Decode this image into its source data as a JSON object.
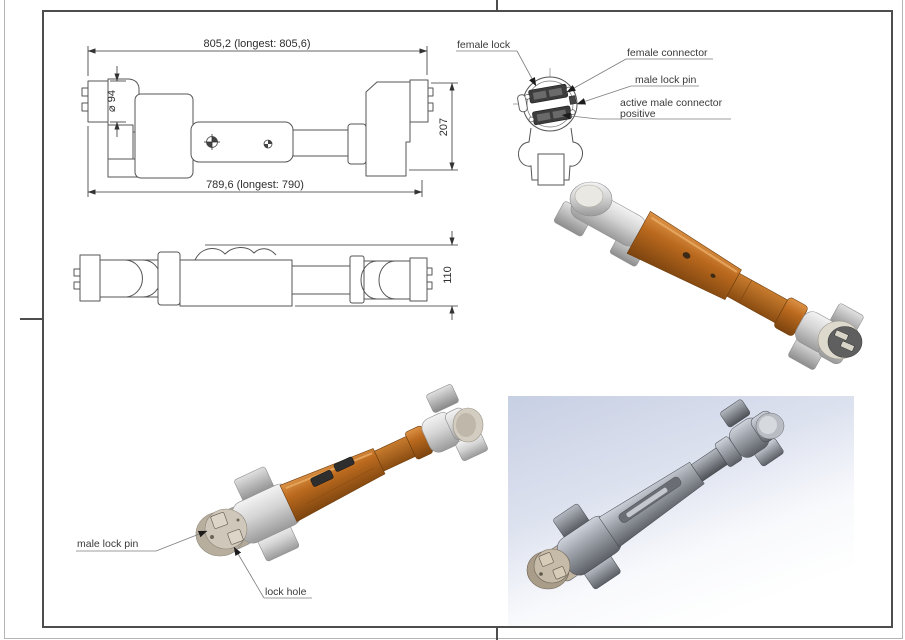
{
  "front_view": {
    "dim_overall_top": "805,2 (longest: 805,6)",
    "dim_overall_bottom": "789,6 (longest: 790)",
    "dim_height": "207",
    "dim_diameter": "⌀ 94"
  },
  "side_view": {
    "dim_height": "110"
  },
  "end_view": {
    "label_female_lock": "female lock",
    "label_female_connector": "female connector",
    "label_male_lock_pin": "male lock pin",
    "label_active_male_connector_line1": "active male connector",
    "label_active_male_connector_line2": "positive"
  },
  "iso_labeled_view": {
    "label_male_lock_pin": "male lock pin",
    "label_lock_hole": "lock hole"
  },
  "colors": {
    "part_orange": "#b5651d",
    "part_gray": "#d6d6d6",
    "connector_tan": "#cfc7b9",
    "render_background_blue": "#c7cfe3",
    "frame_gray": "#4d4d4d",
    "line_black": "#2f2f2f"
  }
}
